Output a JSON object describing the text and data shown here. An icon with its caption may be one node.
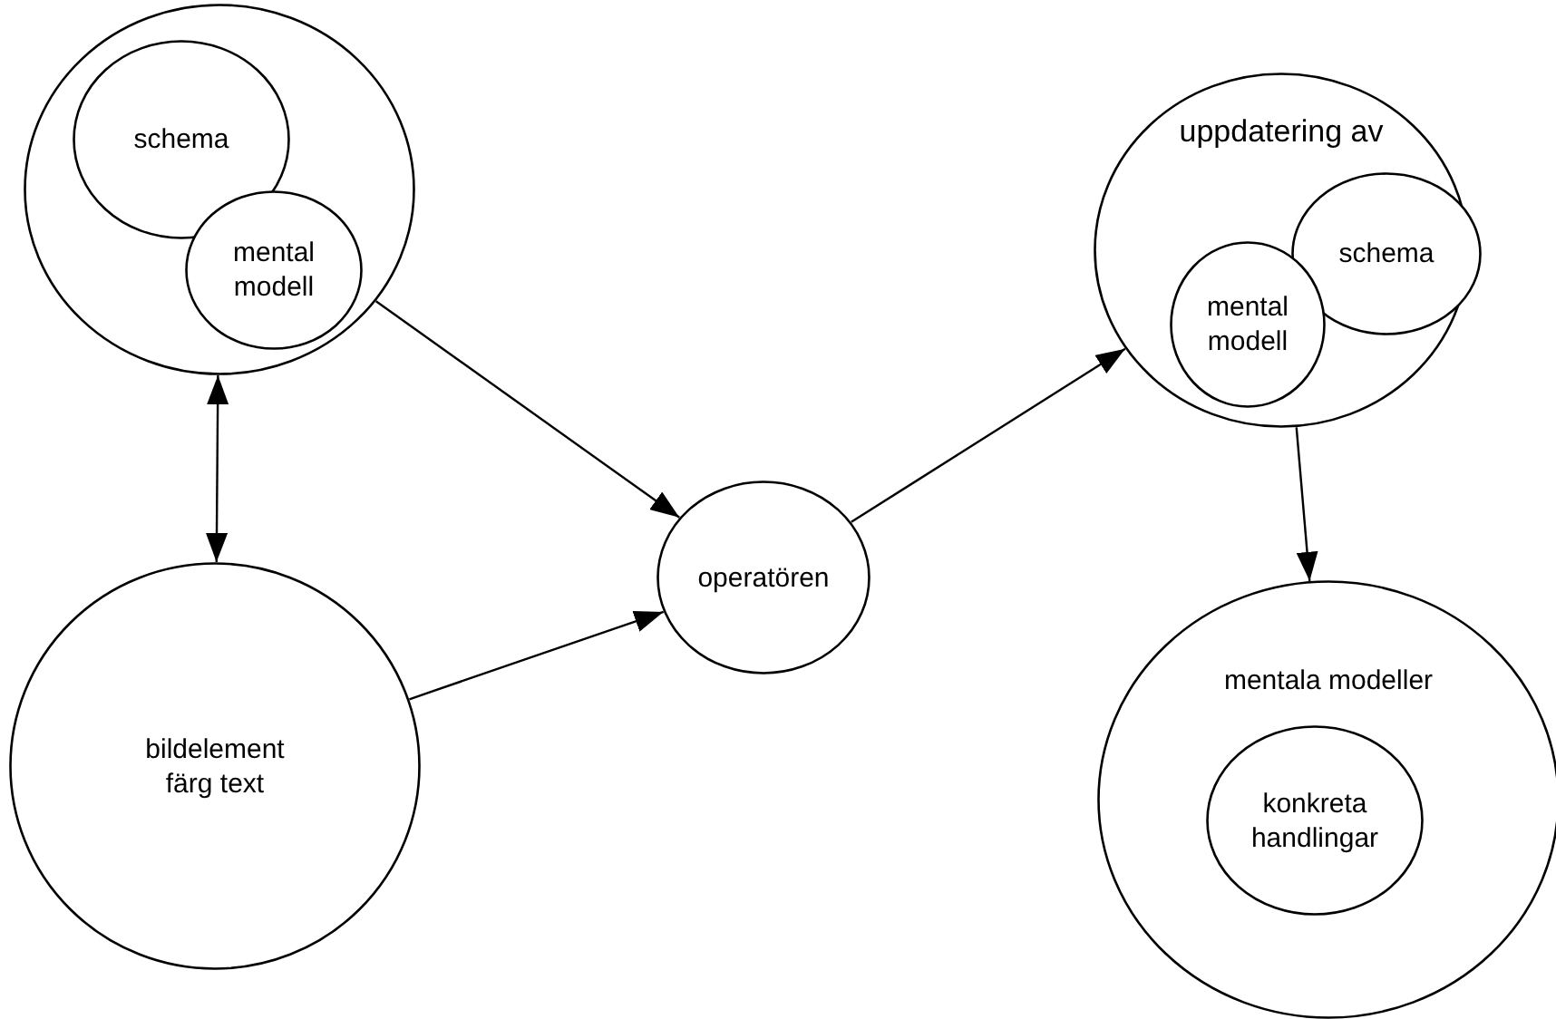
{
  "diagram": {
    "nodes": [
      {
        "text": [],
        "shape": "circle"
      },
      {
        "text": [
          "schema"
        ],
        "in": 0
      },
      {
        "text": [
          "mental modell"
        ],
        "in": 0
      },
      {
        "text": [
          "bildelement färg text"
        ]
      },
      {
        "text": [
          "operatören"
        ]
      },
      {
        "text": [
          "uppdatering av"
        ]
      },
      {
        "text": [
          "schema"
        ],
        "in": 5
      },
      {
        "text": [
          "mental modell"
        ],
        "in": 5
      },
      {
        "text": [
          "mentala modeller"
        ]
      },
      {
        "text": [
          "konkreta handlingar"
        ],
        "in": 8
      }
    ],
    "edges": [
      {
        "from": 0,
        "to": 3,
        "arrow": "both"
      },
      {
        "from": 0,
        "to": 4,
        "arrow": "to"
      },
      {
        "from": 3,
        "to": 4,
        "arrow": "to"
      },
      {
        "from": 4,
        "to": 5,
        "arrow": "to"
      },
      {
        "from": 5,
        "to": 8,
        "arrow": "to"
      }
    ]
  }
}
